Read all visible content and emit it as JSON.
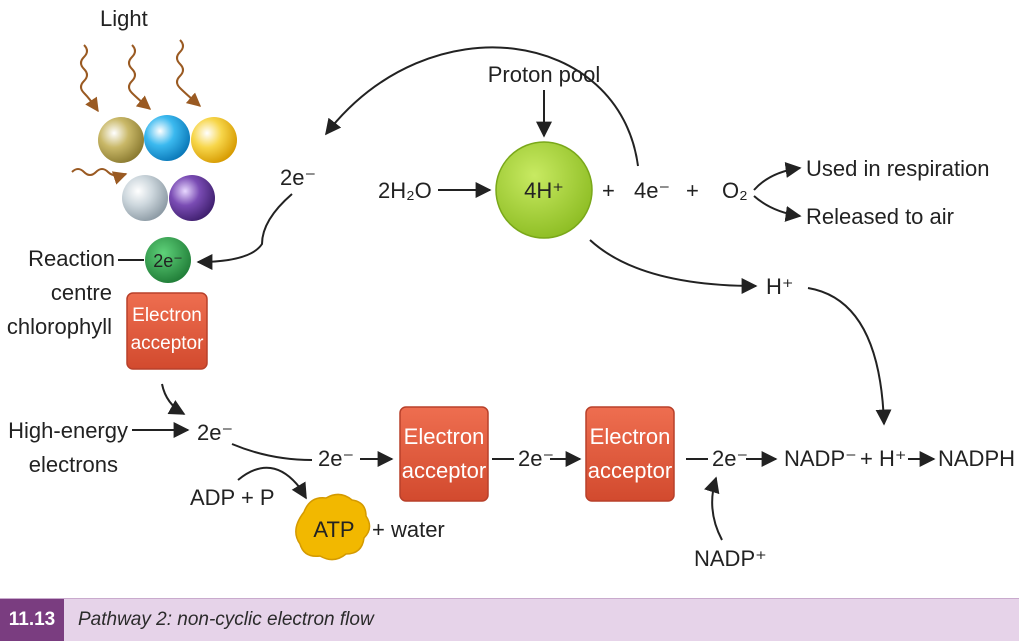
{
  "labels": {
    "light": "Light",
    "proton_pool": "Proton pool",
    "pool_ions": "4H⁺",
    "two_e_top": "2e⁻",
    "water": "2H₂O",
    "plus_a": "+",
    "four_e": "4e⁻",
    "plus_b": "+",
    "oxygen": "O₂",
    "used_in_respiration": "Used in respiration",
    "released_to_air": "Released to air",
    "reaction_centre_1": "Reaction",
    "reaction_centre_2": "centre",
    "reaction_centre_3": "chlorophyll",
    "reaction_centre_e": "2e⁻",
    "electron": "Electron",
    "acceptor": "acceptor",
    "h_plus": "H⁺",
    "high_energy_1": "High-energy",
    "high_energy_2": "electrons",
    "two_e_1": "2e⁻",
    "two_e_2": "2e⁻",
    "two_e_3": "2e⁻",
    "two_e_4": "2e⁻",
    "adp_p": "ADP + P",
    "atp": "ATP",
    "plus_water": "+ water",
    "nadp_minus": "NADP⁻",
    "plus_h": "+ H⁺",
    "nadph": "NADPH",
    "nadp_plus": "NADP⁺"
  },
  "caption": {
    "number": "11.13",
    "text": "Pathway 2: non-cyclic electron flow"
  },
  "colors": {
    "acceptor_box": "#e25a3d",
    "acceptor_border": "#b8402a",
    "proton_pool": "#a6d13a",
    "reaction_centre": "#2f9a48",
    "atp_blob": "#f2b800",
    "light_arrow": "#9a5a22",
    "caption_bg": "#e6d3e9",
    "caption_number_bg": "#7a3d80"
  },
  "pigments": [
    {
      "name": "olive-pigment",
      "color": "#b9a64f"
    },
    {
      "name": "blue-pigment",
      "color": "#1ba7e6"
    },
    {
      "name": "yellow-pigment",
      "color": "#f4c92d"
    },
    {
      "name": "silver-pigment",
      "color": "#b9c6cf"
    },
    {
      "name": "purple-pigment",
      "color": "#6a3fa0"
    }
  ]
}
